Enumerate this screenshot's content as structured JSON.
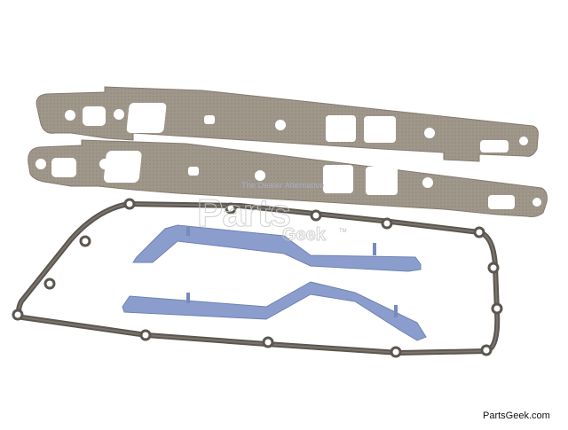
{
  "image": {
    "subject": "gasket set product photo",
    "background_color": "#ffffff",
    "items": [
      {
        "name": "intake-manifold-gasket",
        "count": 2,
        "color": "#9e9387"
      },
      {
        "name": "oil-pan-gasket",
        "count": 1,
        "color": "#5b5650"
      },
      {
        "name": "end-seal",
        "count": 2,
        "color": "#8b9dcc"
      }
    ]
  },
  "watermark": {
    "tagline": "The Dealer Alternative",
    "logo_top": "Parts",
    "logo_bottom": "Geek",
    "trademark": "TM"
  },
  "footer": {
    "site": "PartsGeek.com"
  }
}
